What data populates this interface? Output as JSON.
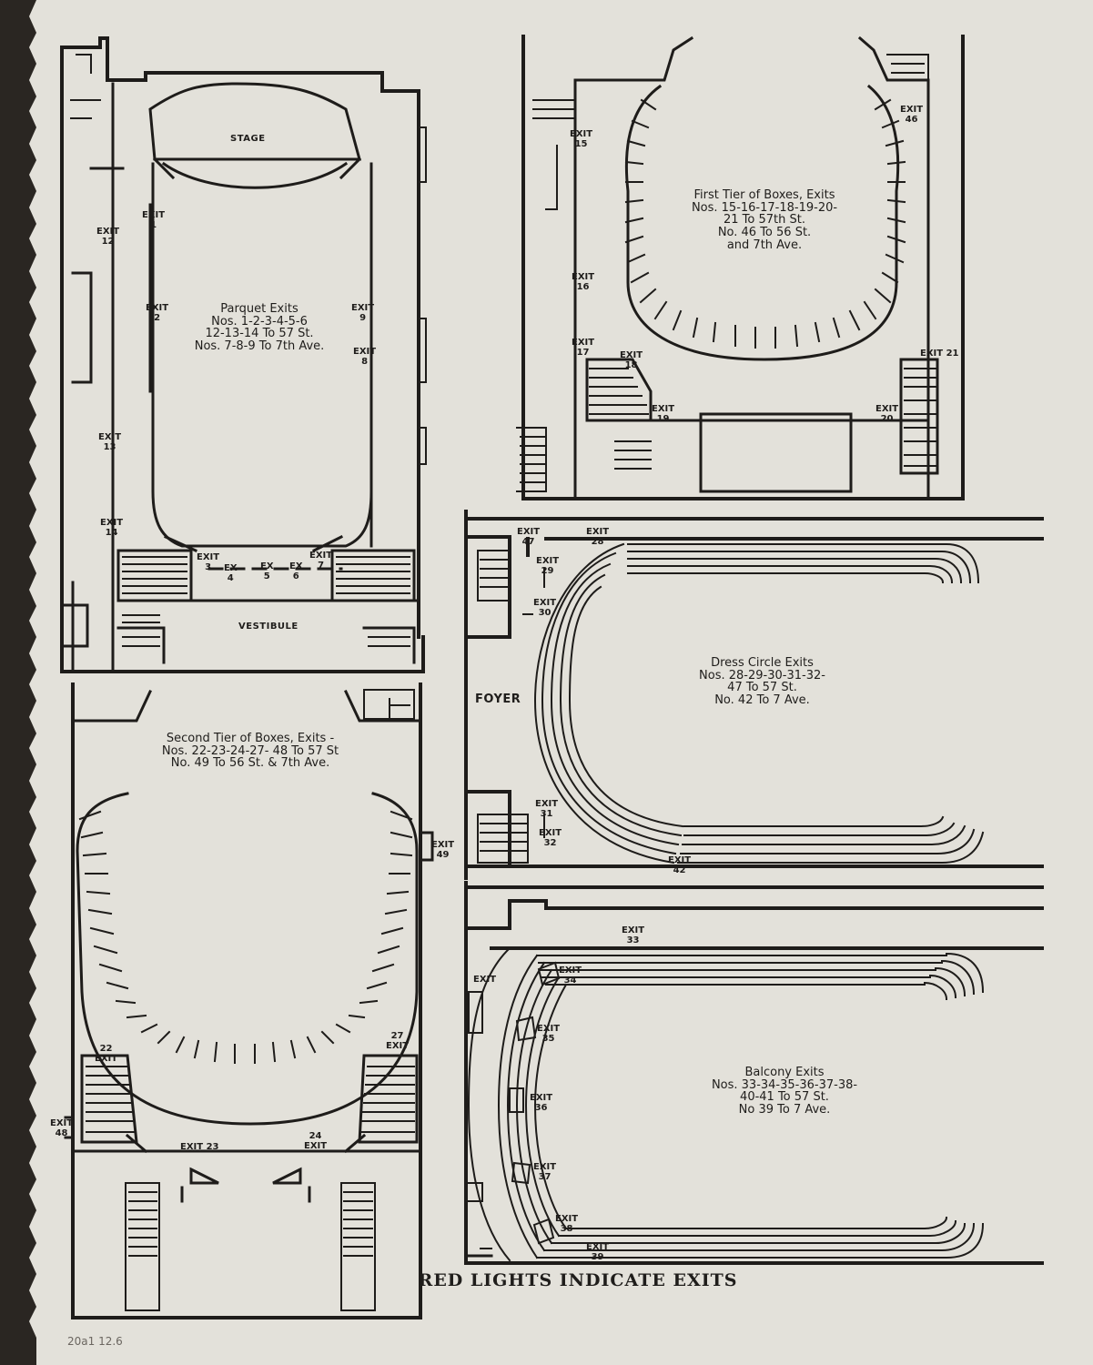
{
  "plans": {
    "parquet": {
      "stage": "STAGE",
      "vestibule": "VESTIBULE",
      "caption": "Parquet Exits\nNos. 1-2-3-4-5-6\n12-13-14 To 57 St.\nNos. 7-8-9 To 7th Ave.",
      "exits": [
        "EXIT\n1",
        "EXIT\n2",
        "EXIT\n3",
        "EX\n4",
        "EX\n5",
        "EX\n6",
        "EXIT\n7",
        "EXIT\n8",
        "EXIT\n9",
        "EXIT\n12",
        "EXIT\n13",
        "EXIT\n14"
      ]
    },
    "first_tier": {
      "caption": "First Tier of Boxes, Exits\nNos. 15-16-17-18-19-20-\n21 To 57th St.\nNo. 46 To 56 St.\nand 7th Ave.",
      "exits": [
        "EXIT\n15",
        "EXIT\n16",
        "EXIT\n17",
        "EXIT\n18",
        "EXIT\n19",
        "EXIT 21",
        "EXIT\n20",
        "EXIT\n46"
      ]
    },
    "second_tier": {
      "caption": "Second Tier of Boxes, Exits -\nNos. 22-23-24-27- 48 To 57 St\nNo. 49 To 56 St. & 7th Ave.",
      "exits": [
        "22\nEXIT",
        "27\nEXIT",
        "EXIT\n48",
        "EXIT 23",
        "24\nEXIT",
        "EXIT\n49"
      ]
    },
    "dress_circle": {
      "foyer": "FOYER",
      "caption": "Dress Circle Exits\nNos. 28-29-30-31-32-\n47 To 57 St.\nNo. 42 To 7 Ave.",
      "exits": [
        "EXIT\n47",
        "EXIT\n28",
        "EXIT\n29",
        "EXIT\n30",
        "EXIT\n31",
        "EXIT\n32",
        "EXIT\n42"
      ]
    },
    "balcony": {
      "caption": "Balcony Exits\nNos. 33-34-35-36-37-38-\n40-41 To 57 St.\nNo 39 To 7 Ave.",
      "exits": [
        "EXIT\n33",
        "EXIT",
        "EXIT\n34",
        "EXIT\n35",
        "EXIT\n36",
        "EXIT\n37",
        "EXIT\n38",
        "EXIT\n39"
      ]
    }
  },
  "footer": "RED LIGHTS INDICATE EXITS",
  "pencil_note": "20a1 12.6"
}
